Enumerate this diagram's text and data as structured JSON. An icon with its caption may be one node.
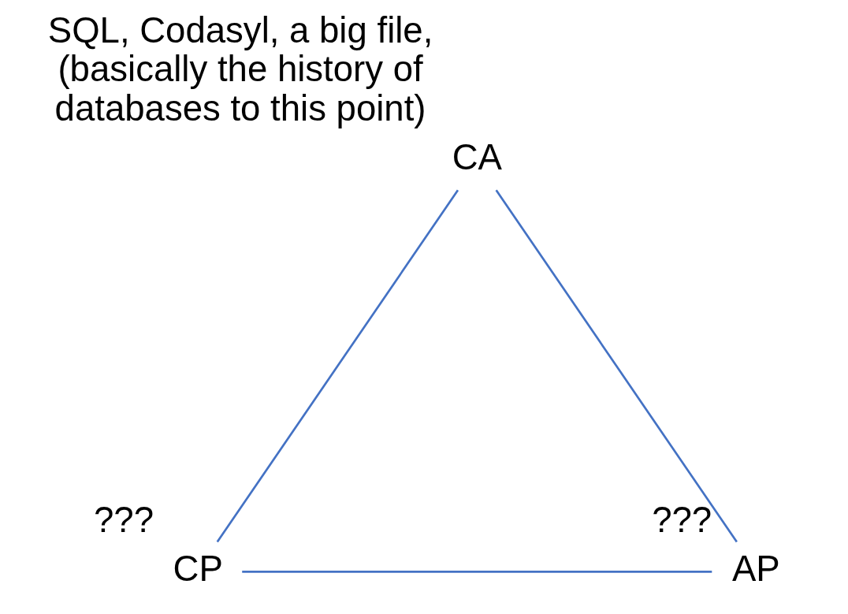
{
  "diagram": {
    "nodes": [
      {
        "text": [
          "CA"
        ],
        "beside": [
          "SQL, Codasyl, a big file, (basically the history of databases to this point)"
        ]
      },
      {
        "text": [
          "CP"
        ],
        "beside": [
          "???"
        ]
      },
      {
        "text": [
          "AP"
        ],
        "beside": [
          "???"
        ]
      }
    ],
    "edges": [
      {
        "from": 0,
        "to": 1,
        "arrow": "none"
      },
      {
        "from": 0,
        "to": 2,
        "arrow": "none"
      },
      {
        "from": 1,
        "to": 2,
        "arrow": "none"
      }
    ]
  }
}
